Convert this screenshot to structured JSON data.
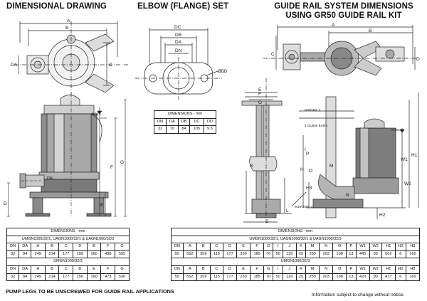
{
  "headings": {
    "dimensional": "DIMENSIONAL DRAWING",
    "elbow": "ELBOW (FLANGE) SET",
    "guide_line1": "GUIDE RAIL SYSTEM DIMENSIONS",
    "guide_line2": "USING GR50 GUIDE RAIL KIT"
  },
  "labels": {
    "nwl": "N.W.L",
    "dn": "DN",
    "m10": "M10*40L-2",
    "guide_bars": "4 GUIDE BARS",
    "m16": "M16*200L-4",
    "odd": "ØDD"
  },
  "dim_letters": {
    "a": "A",
    "b": "B",
    "c": "C",
    "d": "D",
    "e": "E",
    "f": "F",
    "g": "G",
    "da": "DA",
    "dc": "DC",
    "db": "DB",
    "h": "H",
    "h3": "H3",
    "h1": "H1",
    "h2": "H2",
    "w2": "W2",
    "w1": "W1",
    "i": "I",
    "j": "J",
    "l": "L",
    "o": "O",
    "k": "K",
    "p": "P",
    "nb": "N",
    "mb": "M"
  },
  "table_left": {
    "title": "DIMENSIONS - mm",
    "subtitle1": "UMGN1000/32/1, UAGN1000/32/1 & UAGN1000/32/3",
    "headers": [
      "DN",
      "DA",
      "A",
      "B",
      "C",
      "D",
      "E",
      "F",
      "G"
    ],
    "row1": [
      "32",
      "84",
      "249",
      "214",
      "177",
      "156",
      "160",
      "498",
      "555"
    ],
    "subtitle2": "UMGN1000/32/3",
    "row2": [
      "32",
      "84",
      "249",
      "214",
      "177",
      "156",
      "160",
      "473",
      "530"
    ]
  },
  "table_elbow": {
    "title": "DIMENSIONS - mm",
    "headers": [
      "DN",
      "DA",
      "DB",
      "DC",
      "DD"
    ],
    "row1": [
      "32",
      "70",
      "84",
      "105",
      "9.5"
    ]
  },
  "table_right": {
    "title": "DIMENSIONS - mm",
    "subtitle1": "UMGN1000/32/1, UAGN1000/32/1 & UAGN1000/32/3",
    "headers": [
      "DN",
      "A",
      "B",
      "C",
      "D",
      "E",
      "F",
      "G",
      "I",
      "J",
      "K",
      "M",
      "N",
      "O",
      "P",
      "W1",
      "W2",
      "H1",
      "H2",
      "H3"
    ],
    "row1": [
      "50",
      "552",
      "359",
      "115",
      "177",
      "230",
      "185",
      "70",
      "50",
      "120",
      "25",
      "250",
      "203",
      "108",
      "13",
      "445",
      "90",
      "502",
      "6",
      "165"
    ],
    "subtitle2": "UMGN1000/32/3",
    "row2": [
      "50",
      "552",
      "359",
      "115",
      "177",
      "230",
      "185",
      "70",
      "50",
      "120",
      "25",
      "250",
      "203",
      "108",
      "13",
      "420",
      "90",
      "477",
      "6",
      "165"
    ]
  },
  "footer": {
    "left": "PUMP LEGS TO BE UNSCREWED FOR GUIDE RAIL APPLICATIONS",
    "right": "Information subject to change without notice."
  }
}
